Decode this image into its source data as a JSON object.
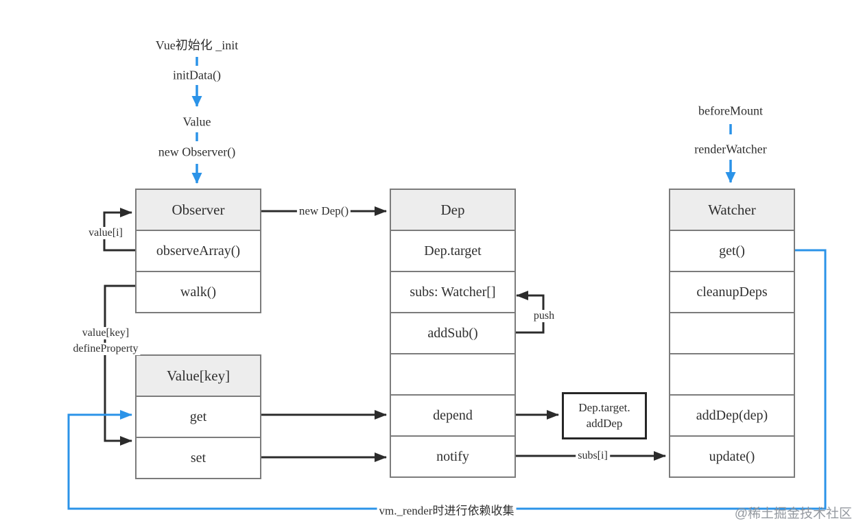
{
  "colors": {
    "accent_blue": "#2b93e8",
    "arrow_black": "#2b2b2b",
    "table_border_gray": "#7b7b7b",
    "table_header_bg": "#ededed",
    "watermark_gray": "#8b9198"
  },
  "flow_top_left": {
    "step1": "Vue初始化 _init",
    "step2": "initData()",
    "step3": "Value",
    "step4": "new Observer()"
  },
  "flow_top_right": {
    "step1": "beforeMount",
    "step2": "renderWatcher"
  },
  "tables": {
    "observer": {
      "title": "Observer",
      "rows": [
        "observeArray()",
        "walk()"
      ]
    },
    "dep": {
      "title": "Dep",
      "rows": [
        "Dep.target",
        "subs: Watcher[]",
        "addSub()",
        "",
        "depend",
        "notify"
      ]
    },
    "watcher": {
      "title": "Watcher",
      "rows": [
        "get()",
        "cleanupDeps",
        "",
        "",
        "addDep(dep)",
        "update()"
      ]
    },
    "value_key": {
      "title": "Value[key]",
      "rows": [
        "get",
        "set"
      ]
    }
  },
  "edge_labels": {
    "new_dep": "new Dep()",
    "value_i": "value[i]",
    "push": "push",
    "value_key": "value[key]",
    "define_property": "defineProperty",
    "subs_i": "subs[i]",
    "render_note": "vm._render时进行依赖收集"
  },
  "callout_box": {
    "line1": "Dep.target.",
    "line2": "addDep"
  },
  "watermark": "@稀土掘金技术社区"
}
